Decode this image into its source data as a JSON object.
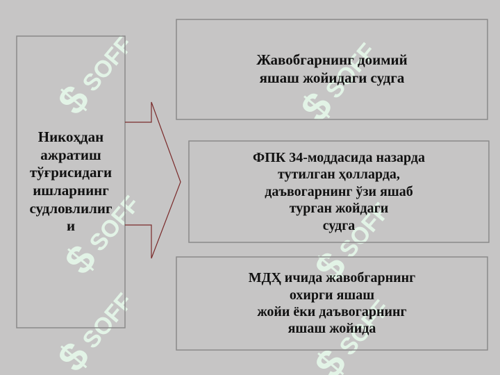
{
  "watermark": {
    "text": "SOFF",
    "color": "#e2f3e6"
  },
  "colors": {
    "background": "#c6c5c5",
    "box_border": "#8a8a8a",
    "arrow_stroke": "#7a2a2a",
    "text": "#111111"
  },
  "diagram": {
    "source_box": {
      "text": "Никоҳдан\nажратиш\nтўғрисидаги\nишларнинг\nсудловлилиг\nи"
    },
    "target_boxes": [
      {
        "text": "Жавобгарнинг доимий\nяшаш жойидаги судга"
      },
      {
        "text": "ФПК 34-моддасида назарда\nтутилган ҳолларда,\nдаъвогарнинг ўзи яшаб\nтурган жойдаги\nсудга"
      },
      {
        "text": "МДҲ ичида жавобгарнинг\nохирги яшаш\nжойи ёки даъвогарнинг\nяшаш жойида"
      }
    ]
  }
}
